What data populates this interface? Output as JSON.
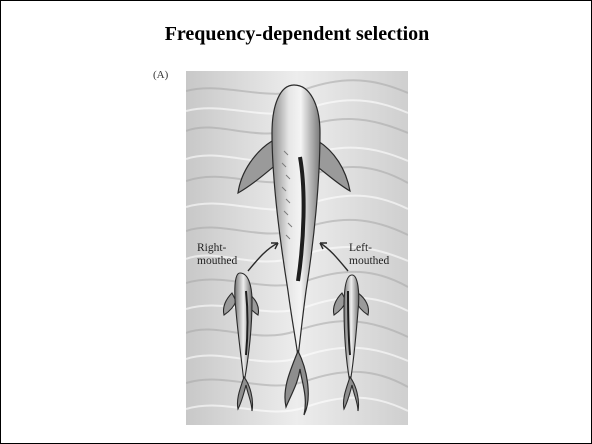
{
  "slide": {
    "title": "Frequency-dependent selection",
    "panel_label": "(A)"
  },
  "figure": {
    "labels": {
      "right_line1": "Right-",
      "right_line2": "mouthed",
      "left_line1": "Left-",
      "left_line2": "mouthed"
    },
    "colors": {
      "water_light": "#efefef",
      "water_dark": "#9a9a9a",
      "fish_body": "#d4d4d4",
      "fish_outline": "#2a2a2a"
    }
  }
}
